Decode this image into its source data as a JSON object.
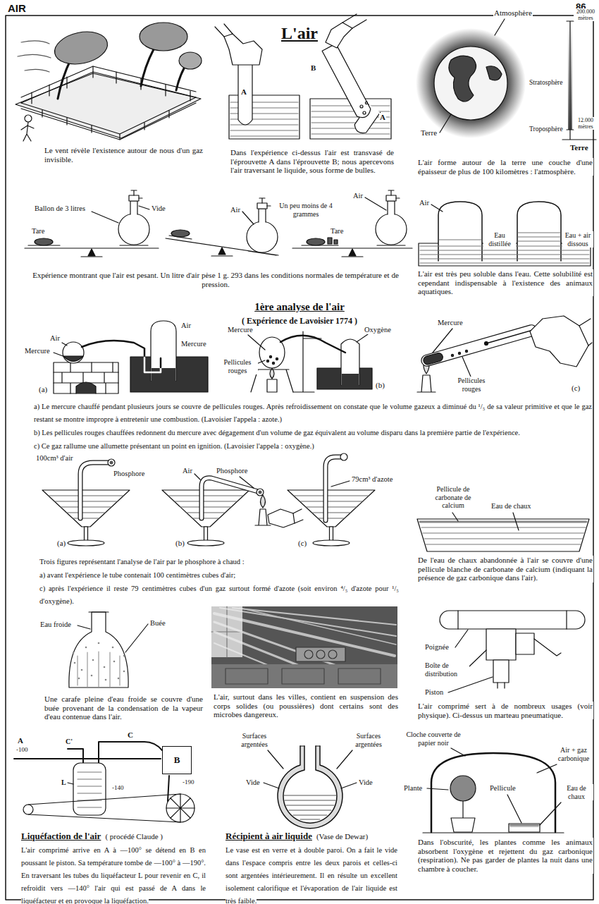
{
  "diagram": {
    "title": "L'air",
    "nodes": [
      {
        "text": [
          "B"
        ]
      }
    ],
    "labels": [
      "AIR",
      "86",
      "Le vent révèle l'existence autour de nous d'un gaz invisible.",
      "A",
      "B",
      "A",
      "Dans l'expérience ci-dessus l'air est transvasé de l'éprouvette A dans l'éprouvette B; nous apercevons l'air traversant le liquide, sous forme de bulles.",
      "Atmosphère",
      "200.000 mètres",
      "Stratosphère",
      "Troposphère",
      "12.000 mètres",
      "Terre",
      "Terre",
      "L'air forme autour de la terre une couche d'une épaisseur de plus de 100 kilomètres : l'atmosphère.",
      "Ballon de 3 litres",
      "Vide",
      "Tare",
      "Air",
      "Un peu moins de 4 grammes",
      "Tare",
      "Air",
      "Expérience montrant que l'air est pesant. Un litre d'air pèse 1 g. 293 dans les conditions normales de température et de pression.",
      "Air",
      "Eau distillée",
      "Eau + air dissous",
      "L'air est très peu soluble dans l'eau. Cette solubilité est cependant indispensable à l'existence des animaux aquatiques.",
      "1ère analyse de l'air",
      "( Expérience de Lavoisier 1774 )",
      "Air",
      "Mercure",
      "Air",
      "Mercure",
      "(a)",
      "Mercure",
      "Oxygène",
      "Pellicules rouges",
      "(b)",
      "Mercure",
      "Pellicules rouges",
      "(c)",
      "a) Le mercure chauffé pendant plusieurs jours se couvre de pellicules rouges. Après refroidissement on constate que le volume gazeux a diminué du ¹/₅ de sa valeur primitive et que le gaz restant se montre impropre à entretenir une combustion. (Lavoisier l'appela : azote.)",
      "b) Les pellicules rouges chauffées redonnent du mercure avec dégagement d'un volume de gaz équivalent au volume disparu dans la première partie de l'expérience.",
      "c) Ce gaz rallume une allumette présentant un point en ignition. (Lavoisier l'appela : oxygène.)",
      "100cm³ d'air",
      "Phosphore",
      "(a)",
      "Air",
      "Phosphore",
      "(b)",
      "79cm³ d'azote",
      "(c)",
      "Trois figures représentant l'analyse de l'air par le phosphore à chaud :",
      "a) avant l'expérience le tube contenait 100 centimètres cubes d'air;",
      "c) après l'expérience il reste 79 centimètres cubes d'un gaz surtout formé d'azote (soit environ ⁴/₅ d'azote pour ¹/₅ d'oxygène).",
      "Pellicule de carbonate de calcium",
      "Eau de chaux",
      "De l'eau de chaux abandonnée à l'air se couvre d'une pellicule blanche de carbonate de calcium (indiquant la présence de gaz carbonique dans l'air).",
      "Eau froide",
      "Buée",
      "Une carafe pleine d'eau froide se couvre d'une buée provenant de la condensation de la vapeur d'eau contenue dans l'air.",
      "L'air, surtout dans les villes, contient en suspension des corps solides (ou poussières) dont certains sont des microbes dangereux.",
      "Poignée",
      "Boîte de distribution",
      "Piston",
      "L'air comprimé sert à de nombreux usages (voir physique). Ci-dessus un marteau pneumatique.",
      "A",
      "-100",
      "C",
      "C'",
      "L",
      "-190",
      "-140",
      "Liquéfaction de l'air",
      "( procédé Claude )",
      "L'air comprimé arrive en A à —100° se détend en B en poussant le piston. Sa température tombe de —100° à —190°. En traversant les tubes du liquéfacteur L pour revenir en C, il refroidit vers —140° l'air qui est passé de A dans le liquéfacteur et en provoque la liquéfaction.",
      "Surfaces argentées",
      "Surfaces argentées",
      "Vide",
      "Vide",
      "Récipient à air liquide",
      "(Vase de Dewar)",
      "Le vase est en verre et à double paroi. On a fait le vide dans l'espace compris entre les deux parois et celles-ci sont argentées intérieurement. Il en résulte un excellent isolement calorifique et l'évaporation de l'air liquide est très faible.",
      "Cloche couverte de papier noir",
      "Air + gaz carbonique",
      "Plante",
      "Pellicule",
      "Eau de chaux",
      "Dans l'obscurité, les plantes comme les animaux absorbent l'oxygène et rejettent du gaz carbonique (respiration). Ne pas garder de plantes la nuit dans une chambre à coucher."
    ]
  }
}
